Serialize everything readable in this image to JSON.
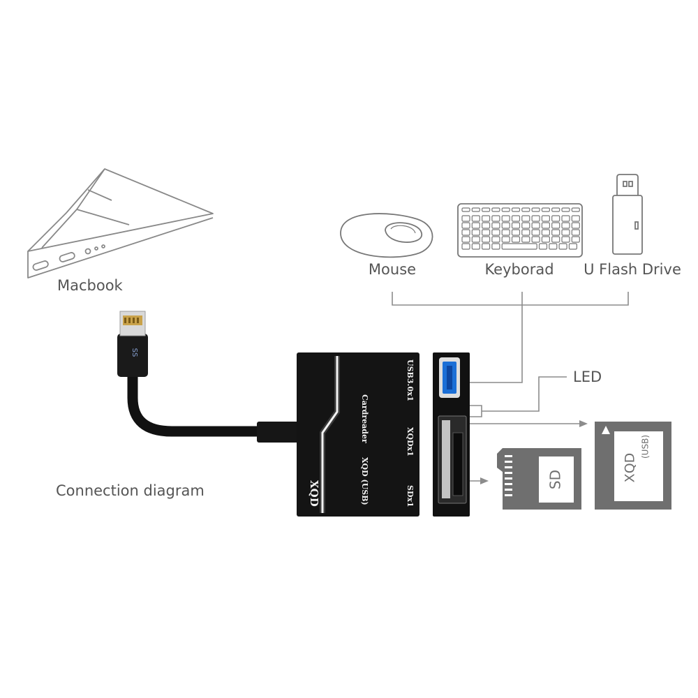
{
  "labels": {
    "macbook": "Macbook",
    "mouse": "Mouse",
    "keyboard": "Keyborad",
    "flash_drive": "U Flash Drive",
    "led": "LED",
    "connection_diagram": "Connection diagram"
  },
  "device": {
    "brand": "XQD",
    "model": "XQD (USB)",
    "product": "Cardreader",
    "port_usb": "USB3.0x1",
    "port_xqd": "XQDx1",
    "port_sd": "SDx1",
    "ss_mark": "SS"
  },
  "cards": {
    "sd_label": "SD",
    "xqd_label": "XQD",
    "xqd_sub": "(USB)"
  },
  "colors": {
    "device_body": "#141414",
    "line": "#8c8c8c",
    "usb_port_blue": "#1b6fd6",
    "card_gray": "#6f6f6f",
    "label_text": "#555555"
  }
}
